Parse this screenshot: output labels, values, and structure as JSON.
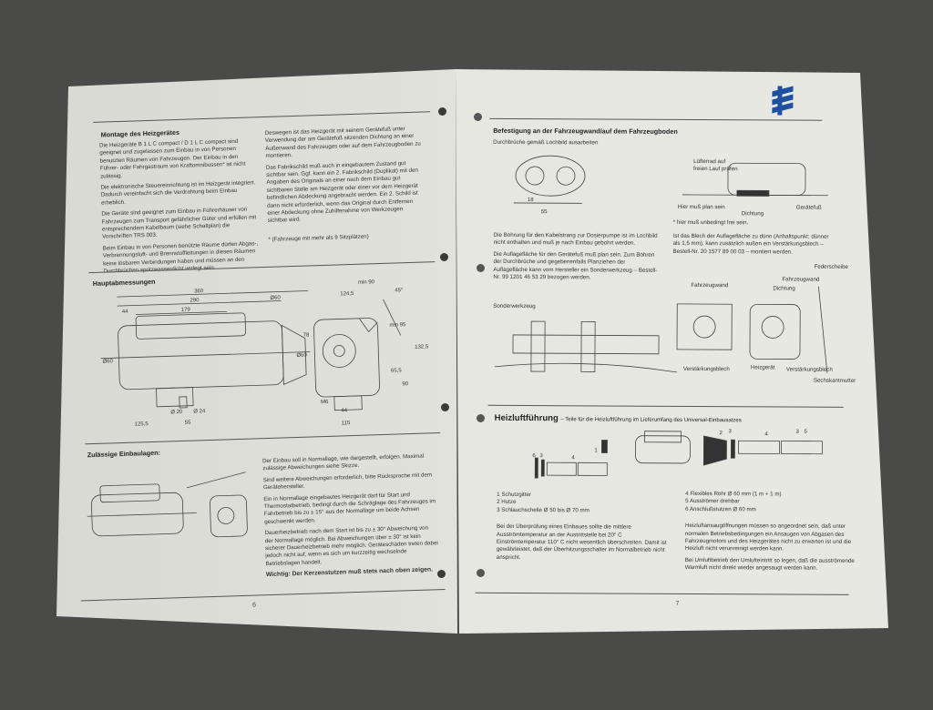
{
  "left_page": {
    "page_number": "6",
    "montage": {
      "title": "Montage des Heizgerätes",
      "p1": "Die Heizgeräte B 1 L C compact / D 1 L C compact sind geeignet und zugelassen zum Einbau in von Personen benutzten Räumen von Fahrzeugen. Der Einbau in den Führer- oder Fahrgastraum von Kraftomnibussen* ist nicht zulässig.",
      "p2": "Die elektronische Steuereinrichtung ist im Heizgerät integriert. Dadurch vereinfacht sich die Verdrahtung beim Einbau erheblich.",
      "p3": "Die Geräte sind geeignet zum Einbau in Führerhäuser von Fahrzeugen zum Transport gefährlicher Güter und erfüllen mit entsprechendem Kabelbaum (siehe Schaltplan) die Vorschriften TRS 003.",
      "p4": "Beim Einbau in von Personen benützte Räume dürfen Abgas-, Verbrennungsluft- und Brennstoffleitungen in diesen Räumen keine lösbaren Verbindungen haben und müssen an den Durchbrüchen spritzwasserdicht verlegt sein.",
      "p5": "Deswegen ist das Heizgerät mit seinem Gerätefuß unter Verwendung der am Gerätefuß sitzenden Dichtung an einer Außenwand des Fahrzeuges oder auf dem Fahrzeugboden zu montieren.",
      "p6": "Das Fabrikschild muß auch in eingebautem Zustand gut sichtbar sein. Ggf. kann ein 2. Fabrikschild (Duplikat) mit den Angaben des Originals an einer nach dem Einbau gut sichtbaren Stelle am Heizgerät oder einer vor dem Heizgerät befindlichen Abdeckung angebracht werden. Ein 2. Schild ist dann nicht erforderlich, wenn das Original durch Entfernen einer Abdeckung ohne Zuhilfenahme von Werkzeugen sichtbar wird.",
      "footnote": "* (Fahrzeuge mit mehr als 9 Sitzplätzen)"
    },
    "dimensions": {
      "title": "Hauptabmessungen",
      "labels": [
        "360",
        "290",
        "Ø60",
        "44",
        "179",
        "Ø60",
        "Ø60",
        "Ø 20",
        "Ø 24",
        "125,5",
        "55",
        "min 90",
        "124,5",
        "45°",
        "78",
        "min 95",
        "132,5",
        "65,5",
        "90",
        "M6",
        "44",
        "115"
      ]
    },
    "einbaulagen": {
      "title": "Zulässige Einbaulagen:",
      "p1": "Der Einbau soll in Normallage, wie dargestellt, erfolgen. Maximal zulässige Abweichungen siehe Skizze.",
      "p2": "Sind weitere Abweichungen erforderlich, bitte Rücksprache mit dem Gerätehersteller.",
      "p3": "Ein in Normallage eingebautes Heizgerät darf für Start und Thermostatbetrieb, bedingt durch die Schräglage des Fahrzeuges im Fahrbetrieb bis zu ± 15° aus der Normallage um beide Achsen geschwenkt werden.",
      "p4": "Dauerheizbetrieb nach dem Start ist bis zu ± 30° Abweichung von der Normallage möglich. Bei Abweichungen über ± 30° ist kein sicherer Dauerheizbetrieb mehr möglich. Geräteschäden treten dabei jedoch nicht auf, wenn es sich um kurzzeitig wechselnde Betriebslagen handelt.",
      "warning": "Wichtig: Der Kerzenstutzen muß stets nach oben zeigen."
    }
  },
  "right_page": {
    "page_number": "7",
    "logo": "Eberspächer logo",
    "befestigung": {
      "title": "Befestigung an der Fahrzeugwand/auf dem Fahrzeugboden",
      "subtitle": "Durchbrüche gemäß Lochbild ausarbeiten",
      "fig_labels": [
        "18",
        "55",
        "Lüfterrad auf freien Lauf prüfen",
        "Hier muß plan sein",
        "Dichtung",
        "Gerätefuß"
      ],
      "note": "* hier muß unbedingt frei sein.",
      "p1": "Ist das Blech der Auflagefläche zu dünn (Anhaltspunkt: dünner als 1,5 mm), kann zusätzlich außen ein Verstärkungsblech – Bestell-Nr. 20 1577 89 00 03 – montiert werden.",
      "p2": "Die Bohrung für den Kabelstrang zur Dosierpumpe ist im Lochbild nicht enthalten und muß je nach Einbau gebohrt werden.",
      "p3": "Die Auflagefläche für den Gerätefuß muß plan sein. Zum Bohren der Durchbrüche und gegebenenfalls Planziehen der Auflagefläche kann vom Hersteller ein Sonderwerkzeug – Bestell-Nr. 99 1201 46 53 29 bezogen werden.",
      "tool_label": "Sonderwerkzeug",
      "mount_labels": [
        "Fahrzeugwand",
        "Verstärkungsblech",
        "Heizgerät",
        "Federscheibe",
        "Fahrzeugwand",
        "Dichtung",
        "Verstärkungsblech",
        "Sechskantmutter"
      ]
    },
    "heizluft": {
      "title": "Heizluftführung",
      "subtitle": "– Teile für die Heizluftführung im Lieferumfang des Universal-Einbausatzes",
      "part_numbers": [
        "1",
        "2",
        "3",
        "4",
        "3",
        "5",
        "6",
        "3",
        "4"
      ],
      "parts_left": [
        "1 Schutzgitter",
        "2 Hutze",
        "3 Schlauchschelle Ø 50 bis Ø 70 mm"
      ],
      "parts_right": [
        "4 Flexibles Rohr Ø 60 mm (1 m + 1 m)",
        "5 Ausströmer drehbar",
        "6 Anschlußstutzen Ø 60 mm"
      ],
      "p1": "Bei der Überprüfung eines Einbaues sollte die mittlere Ausströmtemperatur an der Austrittstelle bei 20° C Einströmtemperatur 110° C nicht wesentlich überschreiten. Damit ist gewährleistet, daß der Überhitzungsschalter im Normalbetrieb nicht anspricht.",
      "p2": "Heizluftansaugöffnungen müssen so angeordnet sein, daß unter normalen Betriebsbedingungen ein Ansaugen von Abgasen des Fahrzeugmotors und des Heizgerätes nicht zu erwarten ist und die Heizluft nicht verunreinigt werden kann.",
      "p3": "Bei Umluftbetrieb den Umlufteintritt so legen, daß die ausströmende Warmluft nicht direkt wieder angesaugt werden kann."
    }
  },
  "colors": {
    "logo": "#1f4fa0",
    "paper": "#e6e6e0",
    "background": "#4a4a48"
  }
}
